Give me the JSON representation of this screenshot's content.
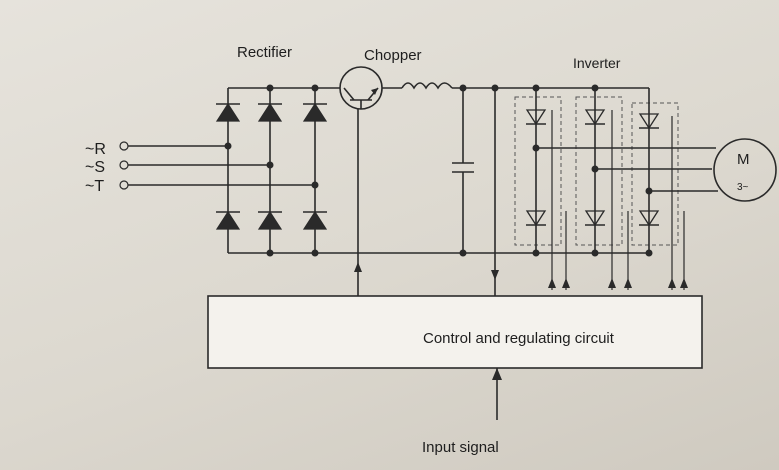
{
  "labels": {
    "rectifier": "Rectifier",
    "chopper": "Chopper",
    "inverter": "Inverter",
    "motor_m": "M",
    "motor_phase": "3~",
    "phase_r": "~R",
    "phase_s": "~S",
    "phase_t": "~T",
    "control": "Control and regulating circuit",
    "input": "Input signal"
  },
  "colors": {
    "ink": "#2a2a2a",
    "paper": "#e3e0d8"
  }
}
